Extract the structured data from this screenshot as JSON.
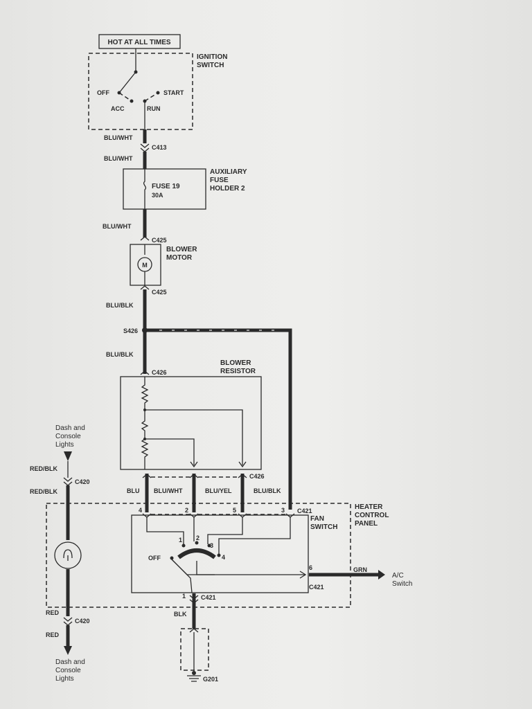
{
  "header": {
    "hot_at_all_times": "HOT AT ALL TIMES"
  },
  "ignition": {
    "title_1": "IGNITION",
    "title_2": "SWITCH",
    "off": "OFF",
    "acc": "ACC",
    "run": "RUN",
    "start": "START"
  },
  "wires": {
    "blu_wht_1": "BLU/WHT",
    "c413": "C413",
    "blu_wht_2": "BLU/WHT",
    "blu_wht_3": "BLU/WHT",
    "c425_top": "C425",
    "c425_bot": "C425",
    "blu_blk_1": "BLU/BLK",
    "s426": "S426",
    "blu_blk_2": "BLU/BLK",
    "c426_top": "C426",
    "c426_bot": "C426",
    "blu": "BLU",
    "blu_wht_4": "BLU/WHT",
    "blu_yel": "BLU/YEL",
    "blu_blk_3": "BLU/BLK",
    "c421_top": "C421",
    "c421_right": "C421",
    "c421_bot": "C421",
    "blk": "BLK",
    "g201": "G201",
    "grn": "GRN",
    "red_blk_1": "RED/BLK",
    "c420_top": "C420",
    "red_blk_2": "RED/BLK",
    "red_1": "RED",
    "c420_bot": "C420",
    "red_2": "RED"
  },
  "fuse_holder": {
    "title_1": "AUXILIARY",
    "title_2": "FUSE",
    "title_3": "HOLDER 2",
    "fuse": "FUSE 19",
    "rating": "30A"
  },
  "blower_motor": {
    "title_1": "BLOWER",
    "title_2": "MOTOR",
    "symbol": "M"
  },
  "blower_resistor": {
    "title_1": "BLOWER",
    "title_2": "RESISTOR"
  },
  "heater_panel": {
    "title_1": "HEATER",
    "title_2": "CONTROL",
    "title_3": "PANEL"
  },
  "fan_switch": {
    "title_1": "FAN",
    "title_2": "SWITCH",
    "off": "OFF",
    "pins": {
      "p4": "4",
      "p2": "2",
      "p5": "5",
      "p3": "3",
      "p6": "6",
      "p1": "1"
    },
    "positions": {
      "s1": "1",
      "s2": "2",
      "s3": "3",
      "s4": "4"
    }
  },
  "dash_top": {
    "line_1": "Dash and",
    "line_2": "Console",
    "line_3": "Lights"
  },
  "dash_bottom": {
    "line_1": "Dash and",
    "line_2": "Console",
    "line_3": "Lights"
  },
  "ac": {
    "line_1": "A/C",
    "line_2": "Switch"
  }
}
